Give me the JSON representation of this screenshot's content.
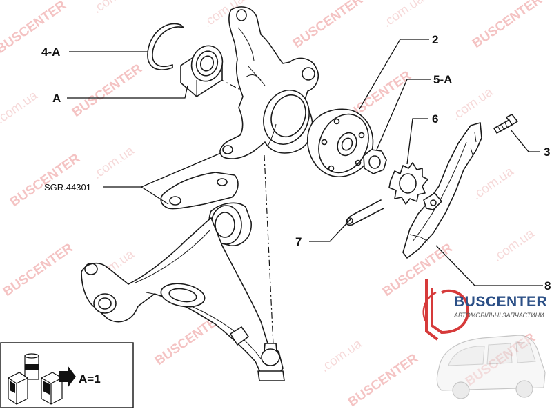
{
  "callouts": {
    "c_4a": "4-A",
    "c_a": "A",
    "c_2": "2",
    "c_5a": "5-A",
    "c_6": "6",
    "c_3": "3",
    "c_sgr": "SGR.44301",
    "c_7": "7",
    "c_8": "8"
  },
  "legend": {
    "formula": "A=1"
  },
  "logo": {
    "name": "BUSCENTER",
    "tagline": "АВТОМОБІЛЬНІ ЗАПЧАСТИНИ"
  },
  "watermark": {
    "text_a": "BUSCENTER",
    "text_b": ".com.ua"
  },
  "colors": {
    "watermark": "#e58c8c",
    "logo_red": "#d63a3a",
    "logo_blue": "#2b4f86"
  }
}
